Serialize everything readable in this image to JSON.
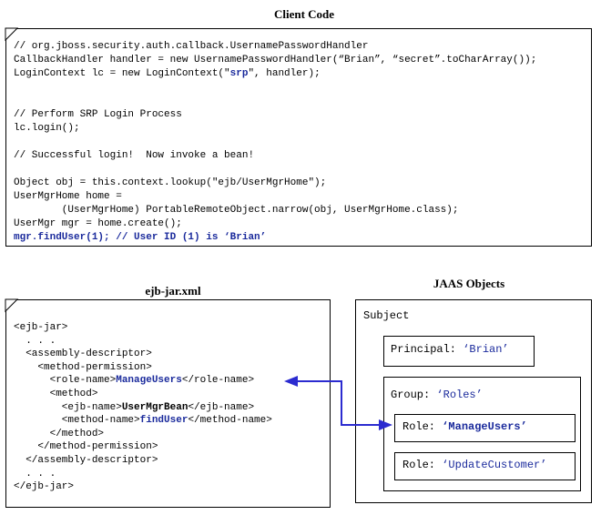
{
  "client_code": {
    "title": "Client Code",
    "lines": [
      "// org.jboss.security.auth.callback.UsernamePasswordHandler",
      "CallbackHandler handler = new UsernamePasswordHandler(“Brian”, “secret”.toCharArray());",
      "LoginContext lc = new LoginContext(\"",
      "srp",
      "\", handler);",
      "// Perform SRP Login Process",
      "lc.login();",
      "// Successful login!  Now invoke a bean!",
      "Object obj = this.context.lookup(\"ejb/UserMgrHome\");",
      "UserMgrHome home =",
      "        (UserMgrHome) PortableRemoteObject.narrow(obj, UserMgrHome.class);",
      "UserMgr mgr = home.create();",
      "mgr.findUser(1); // User ID (1) is ‘Brian’"
    ]
  },
  "ejb_jar": {
    "title": "ejb-jar.xml",
    "lines": [
      "<ejb-jar>",
      "  . . .",
      "  <assembly-descriptor>",
      "    <method-permission>",
      "      <role-name>",
      "ManageUsers",
      "</role-name>",
      "      <method>",
      "        <ejb-name>",
      "UserMgrBean",
      "</ejb-name>",
      "        <method-name>",
      "findUser",
      "</method-name>",
      "      </method>",
      "    </method-permission>",
      "  </assembly-descriptor>",
      "  . . .",
      "</ejb-jar>"
    ]
  },
  "jaas": {
    "title": "JAAS Objects",
    "subject_label": "Subject",
    "principal_label": "Principal: ",
    "principal_value": "‘Brian’",
    "group_label": "Group: ",
    "group_value": "‘Roles’",
    "role1_label": "Role: ",
    "role1_value": "‘ManageUsers’",
    "role2_label": "Role: ",
    "role2_value": "‘UpdateCustomer’"
  },
  "colors": {
    "highlight": "#1a2a9c",
    "arrow": "#2b2bd0"
  }
}
